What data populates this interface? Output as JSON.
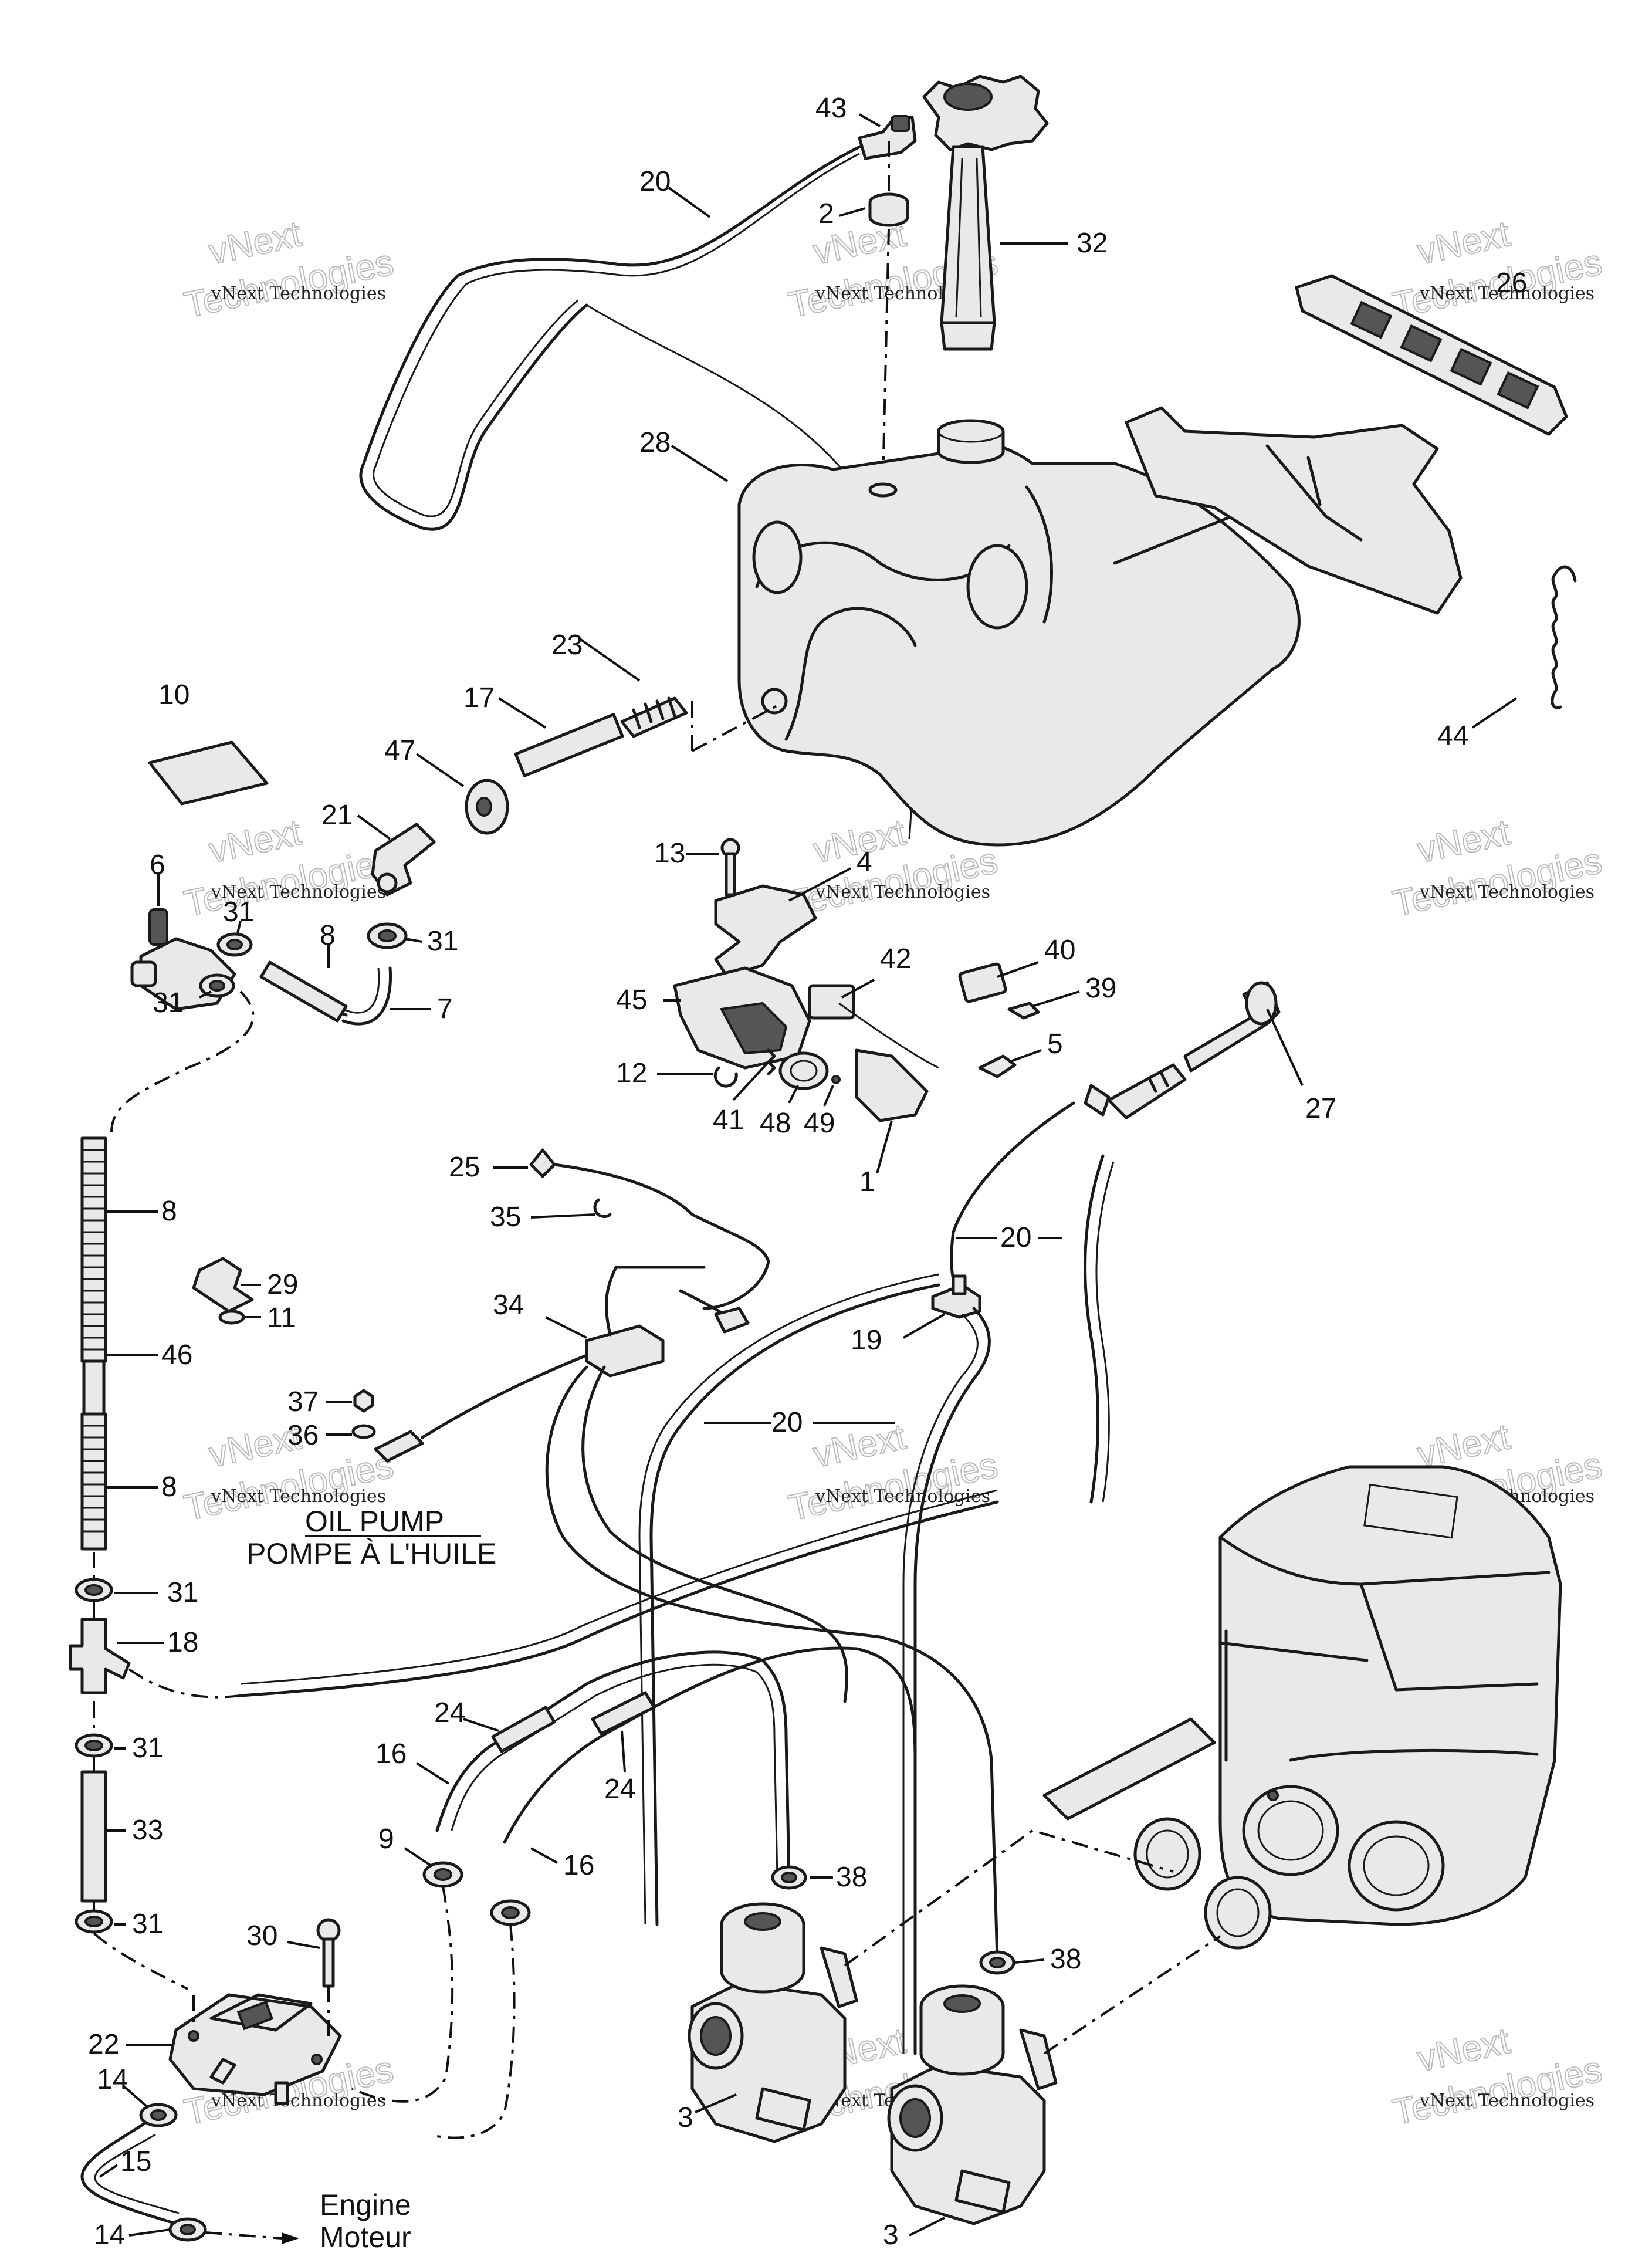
{
  "diagram": {
    "callouts": [
      {
        "id": "c43",
        "label": "43"
      },
      {
        "id": "c20a",
        "label": "20"
      },
      {
        "id": "c2",
        "label": "2"
      },
      {
        "id": "c32",
        "label": "32"
      },
      {
        "id": "c26",
        "label": "26"
      },
      {
        "id": "c28",
        "label": "28"
      },
      {
        "id": "c23",
        "label": "23"
      },
      {
        "id": "c17",
        "label": "17"
      },
      {
        "id": "c10",
        "label": "10"
      },
      {
        "id": "c47",
        "label": "47"
      },
      {
        "id": "c21",
        "label": "21"
      },
      {
        "id": "c44",
        "label": "44"
      },
      {
        "id": "c13",
        "label": "13"
      },
      {
        "id": "c4",
        "label": "4"
      },
      {
        "id": "c6",
        "label": "6"
      },
      {
        "id": "c31a",
        "label": "31"
      },
      {
        "id": "c31b",
        "label": "31"
      },
      {
        "id": "c8a",
        "label": "8"
      },
      {
        "id": "c31c",
        "label": "31"
      },
      {
        "id": "c7",
        "label": "7"
      },
      {
        "id": "c40",
        "label": "40"
      },
      {
        "id": "c42",
        "label": "42"
      },
      {
        "id": "c39",
        "label": "39"
      },
      {
        "id": "c45",
        "label": "45"
      },
      {
        "id": "c5",
        "label": "5"
      },
      {
        "id": "c12",
        "label": "12"
      },
      {
        "id": "c27",
        "label": "27"
      },
      {
        "id": "c41",
        "label": "41"
      },
      {
        "id": "c48",
        "label": "48"
      },
      {
        "id": "c49",
        "label": "49"
      },
      {
        "id": "c1",
        "label": "1"
      },
      {
        "id": "c25",
        "label": "25"
      },
      {
        "id": "c35",
        "label": "35"
      },
      {
        "id": "c8b",
        "label": "8"
      },
      {
        "id": "c20b",
        "label": "20"
      },
      {
        "id": "c29",
        "label": "29"
      },
      {
        "id": "c11",
        "label": "11"
      },
      {
        "id": "c34",
        "label": "34"
      },
      {
        "id": "c19",
        "label": "19"
      },
      {
        "id": "c46",
        "label": "46"
      },
      {
        "id": "c37",
        "label": "37"
      },
      {
        "id": "c20c",
        "label": "20"
      },
      {
        "id": "c36",
        "label": "36"
      },
      {
        "id": "c8c",
        "label": "8"
      },
      {
        "id": "c31d",
        "label": "31"
      },
      {
        "id": "c18",
        "label": "18"
      },
      {
        "id": "c24a",
        "label": "24"
      },
      {
        "id": "c16a",
        "label": "16"
      },
      {
        "id": "c31e",
        "label": "31"
      },
      {
        "id": "c24b",
        "label": "24"
      },
      {
        "id": "c33",
        "label": "33"
      },
      {
        "id": "c9",
        "label": "9"
      },
      {
        "id": "c16b",
        "label": "16"
      },
      {
        "id": "c38a",
        "label": "38"
      },
      {
        "id": "c31f",
        "label": "31"
      },
      {
        "id": "c30",
        "label": "30"
      },
      {
        "id": "c38b",
        "label": "38"
      },
      {
        "id": "c22",
        "label": "22"
      },
      {
        "id": "c14a",
        "label": "14"
      },
      {
        "id": "c15",
        "label": "15"
      },
      {
        "id": "c3a",
        "label": "3"
      },
      {
        "id": "c14b",
        "label": "14"
      },
      {
        "id": "c3b",
        "label": "3"
      }
    ],
    "oil_pump_caption": {
      "line1": "OIL PUMP",
      "line2": "POMPE À L'HUILE"
    },
    "engine_caption": {
      "line1": "Engine",
      "line2": "Moteur"
    },
    "watermark": {
      "line1": "vNext Technologies",
      "line2": "vNext",
      "line3": "Technologies"
    }
  }
}
